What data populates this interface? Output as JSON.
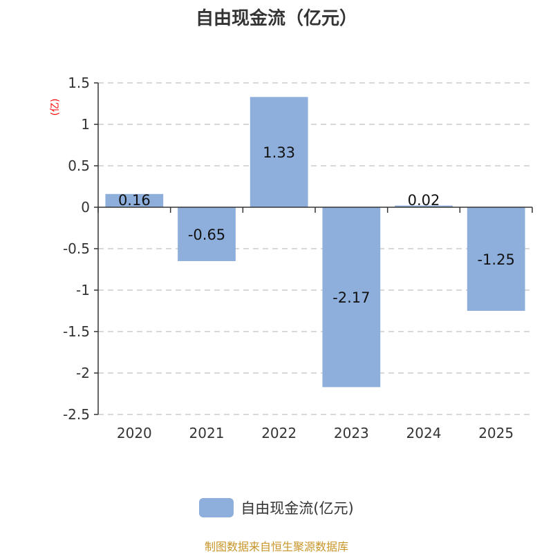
{
  "chart_data": {
    "type": "bar",
    "title": "自由现金流（亿元）",
    "ylabel": "(亿)",
    "xlabel": "",
    "categories": [
      "2020",
      "2021",
      "2022",
      "2023",
      "2024",
      "2025"
    ],
    "series": [
      {
        "name": "自由现金流(亿元)",
        "values": [
          0.16,
          -0.65,
          1.33,
          -2.17,
          0.02,
          -1.25
        ]
      }
    ],
    "data_labels": [
      "0.16",
      "-0.65",
      "1.33",
      "-2.17",
      "0.02",
      "-1.25"
    ],
    "ylim": [
      -2.5,
      1.5
    ],
    "yticks": [
      "1.5",
      "1",
      "0.5",
      "0",
      "-0.5",
      "-1",
      "-1.5",
      "-2",
      "-2.5"
    ],
    "grid": true,
    "legend": "bottom-center",
    "colors": {
      "bar": "#8eaedb",
      "ylabel": "#ff0000"
    }
  },
  "source": "制图数据来自恒生聚源数据库"
}
